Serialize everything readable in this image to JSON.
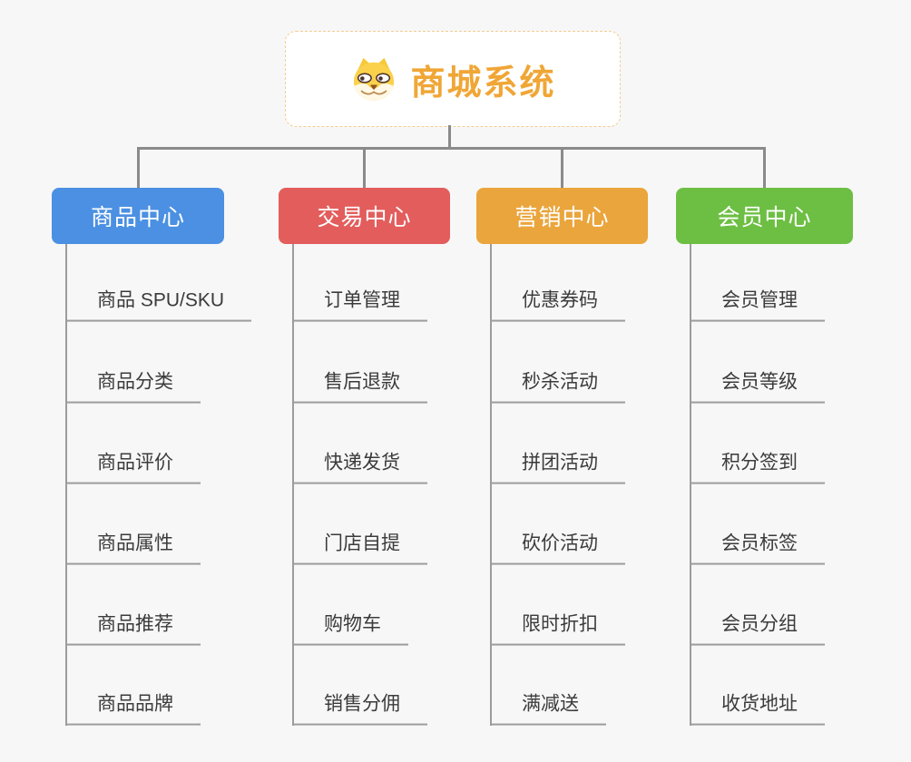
{
  "page": {
    "background": "#f7f7f7",
    "connector_color": "#8a8a8a",
    "leaf_line_color": "#9c9c9c"
  },
  "root": {
    "label": "商城系统",
    "icon": "dog-face-icon",
    "text_color": "#f0a636",
    "border_color": "#f3cd92"
  },
  "branches": [
    {
      "label": "商品中心",
      "color": "#4b90e2",
      "children": [
        "商品 SPU/SKU",
        "商品分类",
        "商品评价",
        "商品属性",
        "商品推荐",
        "商品品牌"
      ]
    },
    {
      "label": "交易中心",
      "color": "#e35d5d",
      "children": [
        "订单管理",
        "售后退款",
        "快递发货",
        "门店自提",
        "购物车",
        "销售分佣"
      ]
    },
    {
      "label": "营销中心",
      "color": "#eaa53c",
      "children": [
        "优惠券码",
        "秒杀活动",
        "拼团活动",
        "砍价活动",
        "限时折扣",
        "满减送"
      ]
    },
    {
      "label": "会员中心",
      "color": "#6dbf43",
      "children": [
        "会员管理",
        "会员等级",
        "积分签到",
        "会员标签",
        "会员分组",
        "收货地址"
      ]
    }
  ]
}
